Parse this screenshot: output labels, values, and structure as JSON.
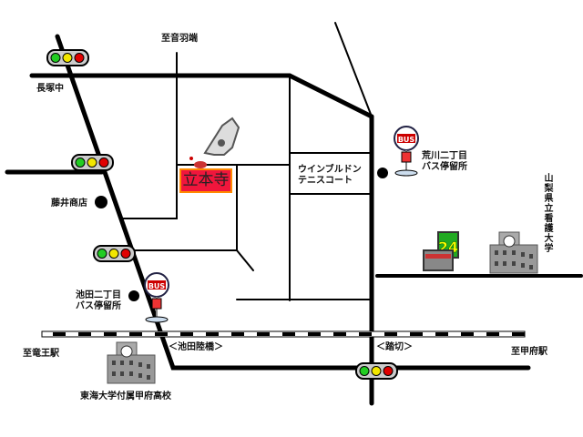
{
  "map": {
    "temple_name": "立本寺",
    "labels": {
      "north": "至音羽端",
      "nagatsuka": "長塚中",
      "fujii": "藤井商店",
      "tennis": "ウインブルドン\nテニスコート",
      "arakawa_bus": "荒川二丁目\nバス停留所",
      "ikeda_bus": "池田二丁目\nバス停留所",
      "university": "山梨県立看護大学",
      "ryuo": "至竜王駅",
      "kofu": "至甲府駅",
      "overpass": "＜池田陸橋＞",
      "crossing": "＜踏切＞",
      "tokai": "東海大学付属甲府高校"
    },
    "bus_sign": "BUS",
    "convenience_store": "24",
    "colors": {
      "temple_bg": "#f0163c",
      "temple_border": "#ff8a00",
      "signal_green": "#22cc22",
      "signal_yellow": "#f2e600",
      "signal_red": "#e00000"
    }
  }
}
